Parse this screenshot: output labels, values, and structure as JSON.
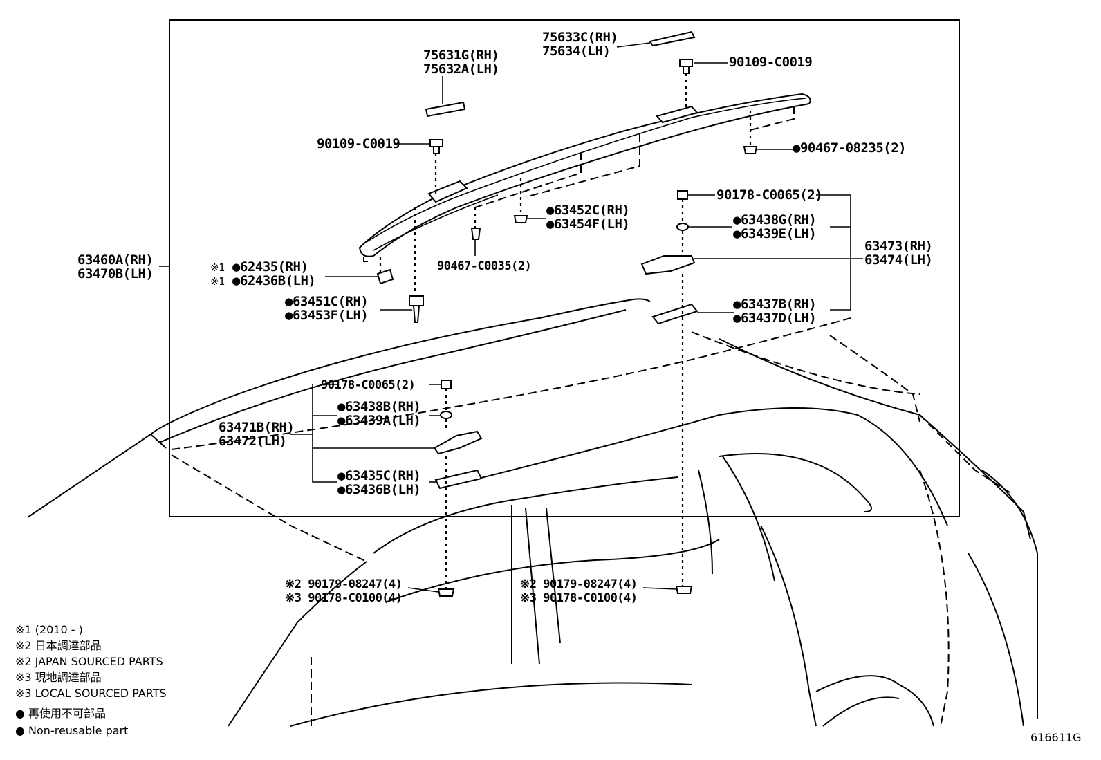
{
  "title": "",
  "labels": {
    "p75633": "75633C(RH)",
    "p75634": "75634(LH)",
    "p75631": "75631G(RH)",
    "p75632": "75632A(LH)",
    "bolt_top_right": "90109-C0019",
    "bolt_top_left": "90109-C0019",
    "nut_90467_08235": "●90467-08235(2)",
    "nut_90178_c0065_right": "90178-C0065(2)",
    "p63452": "●63452C(RH)",
    "p63454": "●63454F(LH)",
    "p63438g": "●63438G(RH)",
    "p63439e": "●63439E(LH)",
    "p63460": "63460A(RH)",
    "p63470": "63470B(LH)",
    "p62435": "●62435(RH)",
    "p62436": "●62436B(LH)",
    "note1_mark_a": "※1",
    "note1_mark_b": "※1",
    "clip_90467_c0035": "90467-C0035(2)",
    "p63473": "63473(RH)",
    "p63474": "63474(LH)",
    "p63451": "●63451C(RH)",
    "p63453": "●63453F(LH)",
    "p63437b": "●63437B(RH)",
    "p63437d": "●63437D(LH)",
    "nut_90178_c0065_left": "90178-C0065(2)",
    "p63438b": "●63438B(RH)",
    "p63439a": "●63439A(LH)",
    "p63471": "63471B(RH)",
    "p63472": "63472(LH)",
    "p63435": "●63435C(RH)",
    "p63436": "●63436B(LH)",
    "nut_left_a": "※2 90179-08247(4)",
    "nut_left_b": "※3 90178-C0100(4)",
    "nut_right_a": "※2 90179-08247(4)",
    "nut_right_b": "※3 90178-C0100(4)"
  },
  "notes": [
    "※1 (2010 -         )",
    "※2 日本調達部品",
    "※2 JAPAN SOURCED PARTS",
    "※3 現地調達部品",
    "※3 LOCAL SOURCED PARTS",
    "● 再使用不可部品",
    "● Non-reusable part"
  ],
  "figure_id": "616611G"
}
